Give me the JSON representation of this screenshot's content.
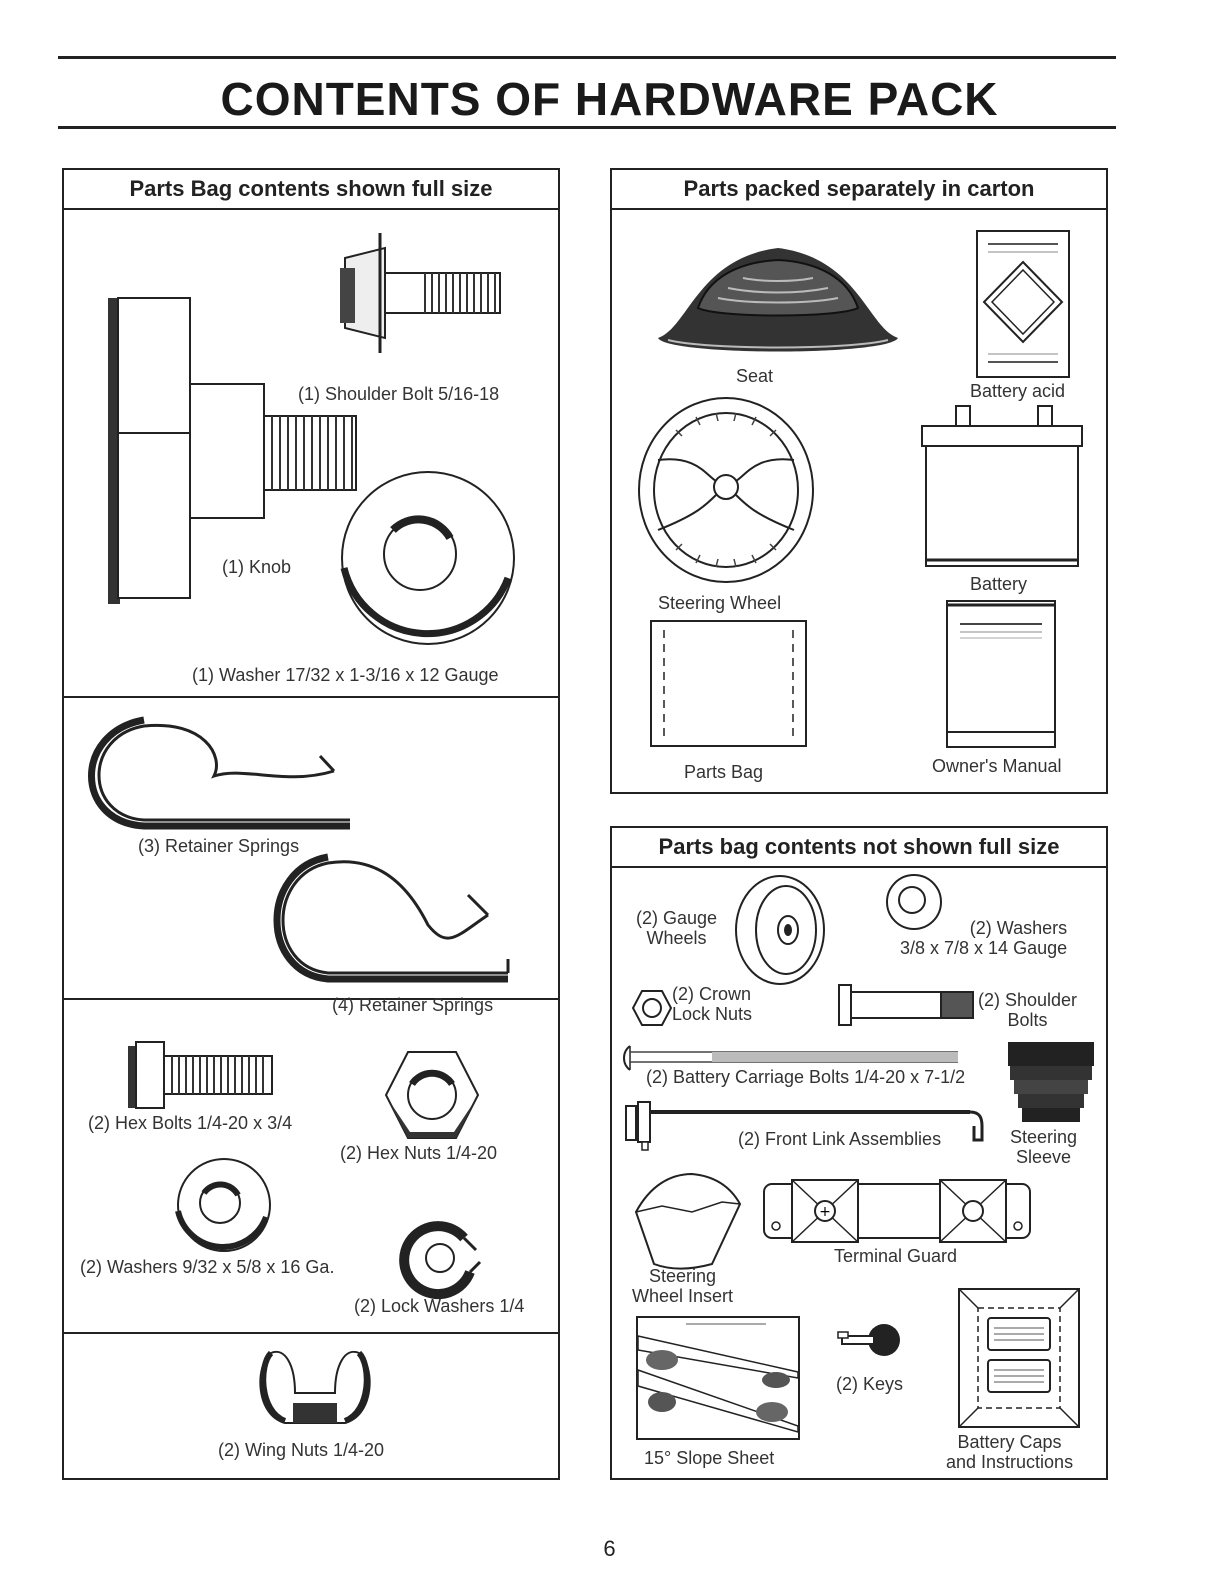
{
  "title": "CONTENTS OF HARDWARE PACK",
  "page_number": "6",
  "left_panel": {
    "heading": "Parts Bag contents shown full size",
    "items": {
      "shoulder_bolt": "(1) Shoulder Bolt  5/16-18",
      "knob": "(1) Knob",
      "washer": "(1) Washer  17/32 x 1-3/16 x 12 Gauge",
      "retainer_springs_3": "(3)  Retainer Springs",
      "retainer_springs_4": "(4)  Retainer Springs",
      "hex_bolts": "(2) Hex Bolts  1/4-20 x 3/4",
      "hex_nuts": "(2) Hex Nuts  1/4-20",
      "washers_small": "(2) Washers  9/32  x 5/8 x 16 Ga.",
      "lock_washers": "(2) Lock Washers  1/4",
      "wing_nuts": "(2) Wing Nuts  1/4-20"
    }
  },
  "right_top_panel": {
    "heading": "Parts packed separately in carton",
    "items": {
      "seat": "Seat",
      "battery_acid": "Battery acid",
      "steering_wheel": "Steering Wheel",
      "battery": "Battery",
      "parts_bag": "Parts Bag",
      "owners_manual": "Owner's Manual"
    }
  },
  "right_bottom_panel": {
    "heading": "Parts bag contents not shown full size",
    "items": {
      "gauge_wheels_1": "(2) Gauge",
      "gauge_wheels_2": "Wheels",
      "washers_1": "(2) Washers",
      "washers_2": "3/8 x 7/8 x 14 Gauge",
      "crown_nuts_1": "(2) Crown",
      "crown_nuts_2": "Lock Nuts",
      "shoulder_bolts_1": "(2) Shoulder",
      "shoulder_bolts_2": "Bolts",
      "carriage_bolts": "(2) Battery Carriage Bolts 1/4-20 x 7-1/2",
      "front_link": "(2) Front Link Assemblies",
      "steering_sleeve_1": "Steering",
      "steering_sleeve_2": "Sleeve",
      "terminal_guard": "Terminal Guard",
      "wheel_insert_1": "Steering",
      "wheel_insert_2": "Wheel Insert",
      "keys": "(2) Keys",
      "slope_sheet": "15° Slope Sheet",
      "battery_caps_1": "Battery Caps",
      "battery_caps_2": "and Instructions"
    }
  }
}
